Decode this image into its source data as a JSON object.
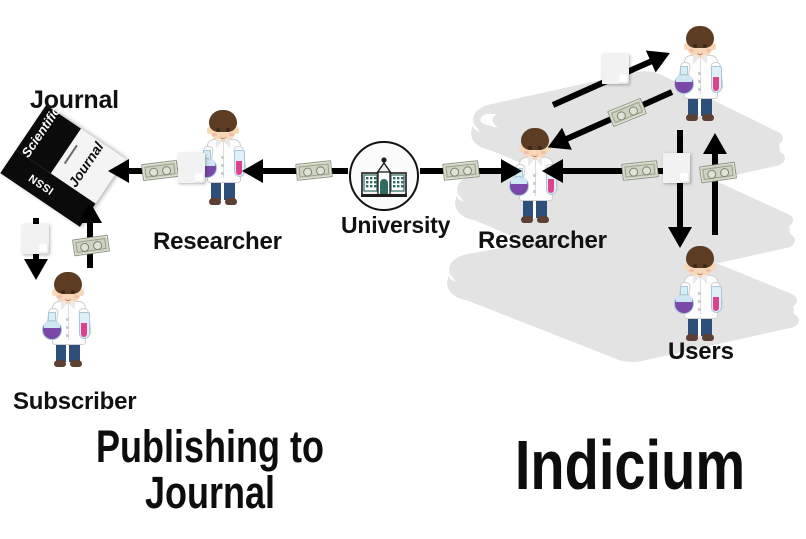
{
  "diagram": {
    "kind": "scholarly-publishing-comparison",
    "left_panel": {
      "title": "Publishing to\nJournal",
      "title_line1": "Publishing to",
      "title_line2": "Journal",
      "nodes": [
        {
          "id": "journal",
          "label": "Journal",
          "type": "journal-book"
        },
        {
          "id": "researcher",
          "label": "Researcher",
          "type": "scientist"
        },
        {
          "id": "university",
          "label": "University",
          "type": "institution-badge"
        },
        {
          "id": "subscriber",
          "label": "Subscriber",
          "type": "scientist"
        }
      ],
      "journal_cover": {
        "spine_text": "ISSN",
        "title_top": "Scientific",
        "title_bottom": "Journal"
      },
      "flows": [
        {
          "from": "university",
          "to": "researcher",
          "carries": "money",
          "direction": "left"
        },
        {
          "from": "researcher",
          "to": "journal",
          "carries": "paper-and-money",
          "direction": "left"
        },
        {
          "from": "journal",
          "to": "subscriber",
          "carries": "paper",
          "direction": "down"
        },
        {
          "from": "subscriber",
          "to": "journal",
          "carries": "money",
          "direction": "up"
        }
      ]
    },
    "right_panel": {
      "title": "Indicium",
      "background": "stack-of-books",
      "nodes": [
        {
          "id": "researcher-top",
          "label": "",
          "type": "scientist"
        },
        {
          "id": "researcher-middle",
          "label": "Researcher",
          "type": "scientist"
        },
        {
          "id": "users",
          "label": "Users",
          "type": "scientist"
        }
      ],
      "flows": [
        {
          "from": "university",
          "to": "researcher-middle",
          "carries": "money",
          "direction": "right"
        },
        {
          "from": "researcher-middle",
          "to": "researcher-top",
          "carries": "paper",
          "direction": "up-right"
        },
        {
          "from": "researcher-top",
          "to": "researcher-middle",
          "carries": "money",
          "direction": "down-left"
        },
        {
          "from": "users",
          "to": "researcher-middle",
          "carries": "money",
          "direction": "left"
        },
        {
          "from": "researcher-middle",
          "to": "users",
          "carries": "paper",
          "direction": "down"
        },
        {
          "from": "users",
          "to": "researcher-middle",
          "carries": "money",
          "direction": "up"
        }
      ]
    },
    "icons": {
      "money": "banknote-icon",
      "paper": "document-icon",
      "university": "university-building-icon",
      "scientist": "scientist-icon",
      "books": "book-stack-icon"
    },
    "colors": {
      "background": "#ffffff",
      "text": "#0d0d0d",
      "books_gray": "#e3e3e3",
      "arrow": "#000000",
      "money_green": "#cdd3c0",
      "lab_coat": "#fdfdfd",
      "pants_blue": "#2e4f79",
      "hair_brown": "#5c3c23",
      "flask_purple": "#7a48a8",
      "tube_pink": "#e0418c",
      "university_accent": "#2f6b63"
    }
  }
}
